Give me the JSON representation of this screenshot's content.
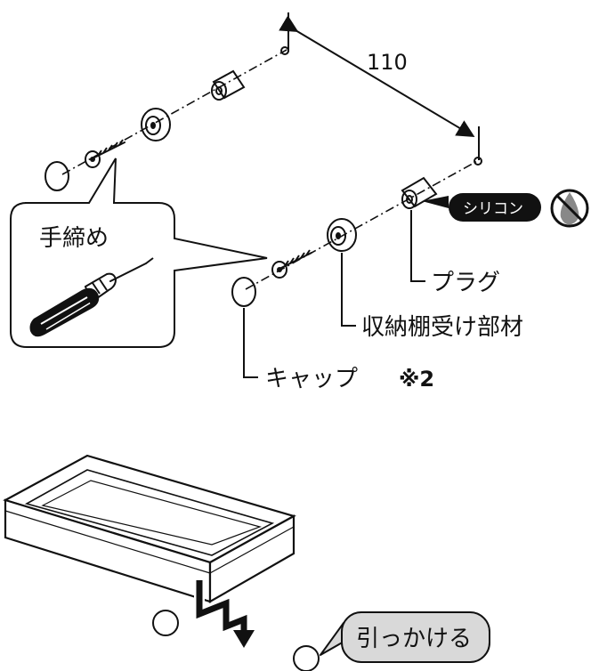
{
  "dimension": {
    "value": "110"
  },
  "callout": {
    "label": "手締め"
  },
  "silicone": {
    "badge": "シリコン"
  },
  "labels": {
    "plug": "プラグ",
    "shelf_bracket": "収納棚受け部材",
    "cap": "キャップ",
    "cap_note": "※2"
  },
  "hook_bubble": {
    "label": "引っかける"
  }
}
